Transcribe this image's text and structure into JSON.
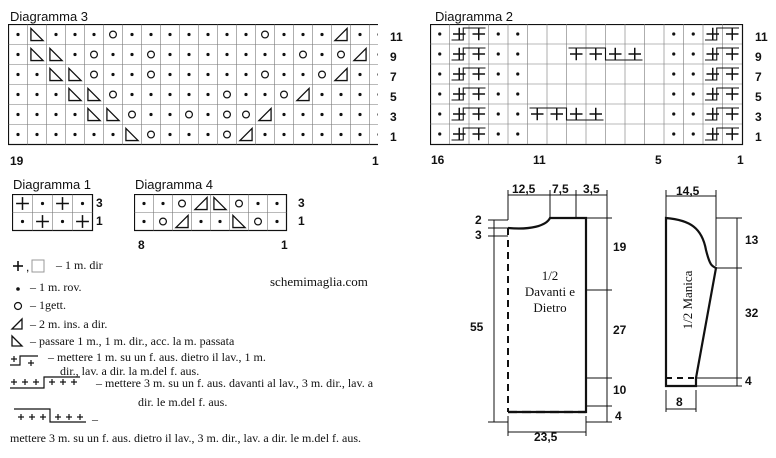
{
  "diagram3": {
    "title": "Diagramma 3",
    "row_labels": [
      "11",
      "9",
      "7",
      "5",
      "3",
      "1"
    ],
    "col_left": "19",
    "col_right": "1",
    "rows": [
      ". L . . . O . . . . . . . O . . . D . .",
      ". L L . O . . O . . . . . . . O . O D .",
      ". . L L O . . O . . . . . O . . O D . .",
      ". . . L L O . . . . . O . . O D . . . .",
      ". . . . L L O . . O . O O D . . . . . .",
      ". . . . . . L O . . . O D . . . . . . ."
    ]
  },
  "diagram2": {
    "title": "Diagramma 2",
    "row_labels": [
      "11",
      "9",
      "7",
      "5",
      "3",
      "1"
    ],
    "col_labels": [
      "16",
      "11",
      "5",
      "1"
    ]
  },
  "diagram1": {
    "title": "Diagramma 1",
    "row_labels": [
      "3",
      "1"
    ],
    "rows": [
      "+ . + .",
      ". + . +"
    ]
  },
  "diagram4": {
    "title": "Diagramma 4",
    "row_labels": [
      "3",
      "1"
    ],
    "col_labels": [
      "8",
      "1"
    ],
    "rows": [
      ". . O D L O . .",
      ". O D . . L O ."
    ]
  },
  "legend": {
    "knit": "– 1 m. dir",
    "purl": "– 1 m. rov.",
    "yo": "– 1gett.",
    "k2tog": "– 2 m. ins. a dir.",
    "skp": "– passare 1 m., 1 m. dir., acc. la m. passata",
    "c1_line1": "– mettere 1 m. su un f. aus. dietro il lav., 1 m.",
    "c1_line2": "dir., lav. a dir. la m.del f. aus.",
    "c3f_line1": "– mettere 3 m. su un f. aus. davanti al lav., 3 m. dir., lav. a",
    "c3f_line2": "dir. le m.del f. aus.",
    "c3b_line1": "–",
    "c3b_line2": "mettere 3 m. su un f. aus. dietro il lav., 3 m. dir., lav. a dir. le m.del f. aus."
  },
  "site": "schemimaglia.com",
  "schematic_body": {
    "label_line1": "1/2",
    "label_line2": "Davanti e",
    "label_line3": "Dietro",
    "top_dims": [
      "12,5",
      "7,5",
      "3,5"
    ],
    "left_dims": [
      "2",
      "3",
      "55"
    ],
    "right_dims": [
      "19",
      "27",
      "10",
      "4"
    ],
    "bottom_dim": "23,5"
  },
  "schematic_sleeve": {
    "label": "1/2 Manica",
    "top_dim": "14,5",
    "right_dims": [
      "13",
      "32",
      "4"
    ],
    "bottom_dim": "8"
  },
  "colors": {
    "line": "#111111",
    "grid": "#222222"
  }
}
